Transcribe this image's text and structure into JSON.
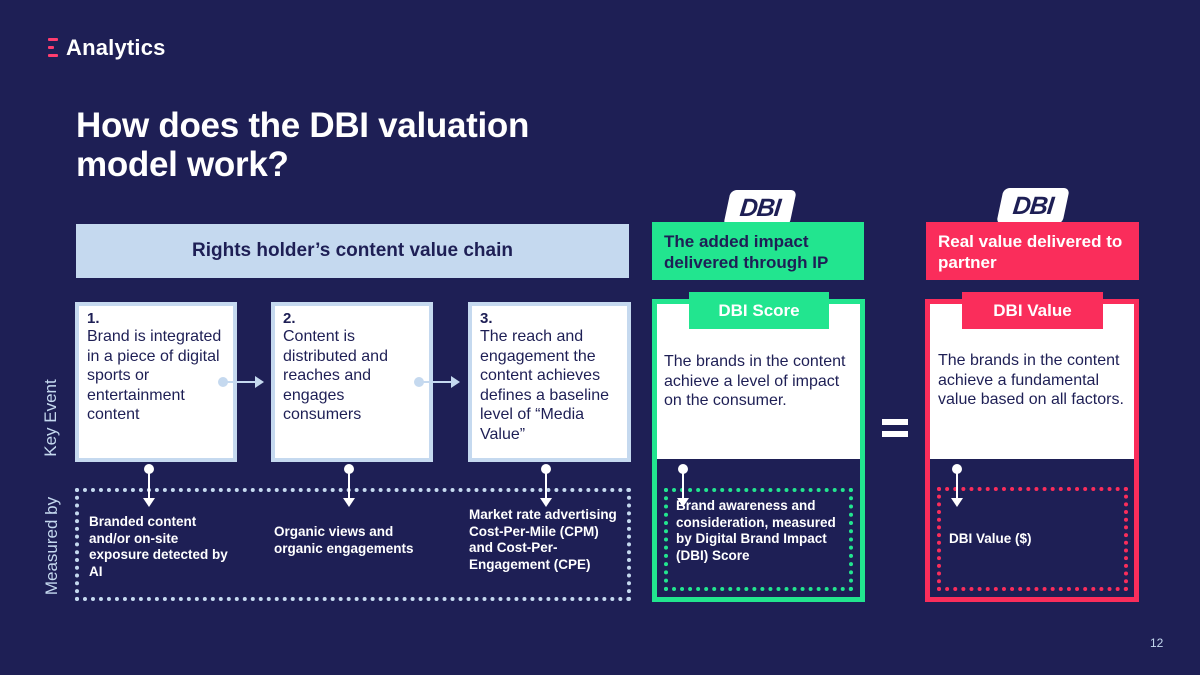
{
  "logo": {
    "text": "Analytics",
    "icon": "analytics-logo-icon",
    "accent": "#ff3d6e"
  },
  "title": "How does the DBI valuation model work?",
  "chain_header": "Rights holder’s content value chain",
  "side_labels": {
    "key_event": "Key Event",
    "measured_by": "Measured by"
  },
  "events": [
    {
      "num": "1.",
      "text": "Brand is integrated in a piece of digital sports or entertainment content"
    },
    {
      "num": "2.",
      "text": "Content is distributed and reaches and engages consumers"
    },
    {
      "num": "3.",
      "text": "The reach and engagement the content achieves defines a baseline level of “Media Value”"
    }
  ],
  "measures": [
    "Branded content and/or on-site exposure detected by AI",
    "Organic views and organic engagements",
    "Market rate advertising Cost-Per-Mile (CPM) and Cost-Per-Engagement (CPE)"
  ],
  "dbi_logo_text": "DBI",
  "score": {
    "header": "The added impact delivered through IP",
    "tag": "DBI Score",
    "description": "The brands in the content achieve a level of impact on the consumer.",
    "measure": "Brand awareness and consideration, measured by Digital Brand Impact (DBI) Score"
  },
  "value": {
    "header": "Real value delivered to partner",
    "tag": "DBI Value",
    "description": "The brands in the content achieve a fundamental value based on all factors.",
    "measure": "DBI Value ($)"
  },
  "page_number": "12",
  "colors": {
    "background": "#1e1f55",
    "light_blue": "#c5d9ef",
    "green": "#22e58f",
    "pink": "#fa2d5b"
  }
}
